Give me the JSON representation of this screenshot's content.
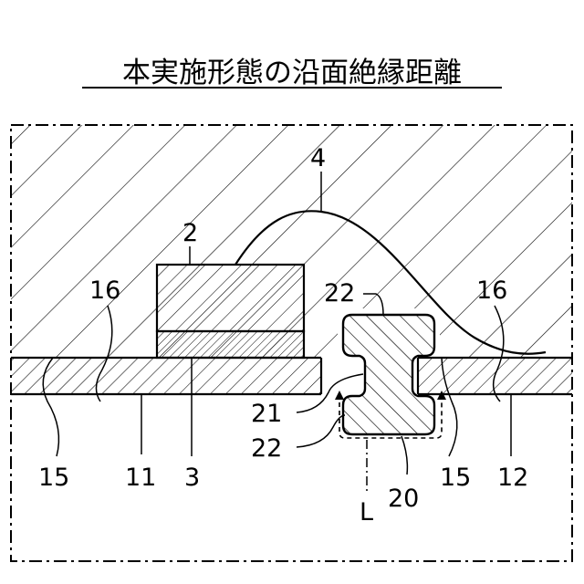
{
  "title": "本実施形態の沿面絶縁距離",
  "labels": {
    "n4": "4",
    "n2": "2",
    "n16_left": "16",
    "n22_top": "22",
    "n16_right": "16",
    "n21": "21",
    "n22_bottom": "22",
    "n15_left": "15",
    "n11": "11",
    "n3": "3",
    "n20": "20",
    "n15_right": "15",
    "n12": "12",
    "nL": "L"
  }
}
